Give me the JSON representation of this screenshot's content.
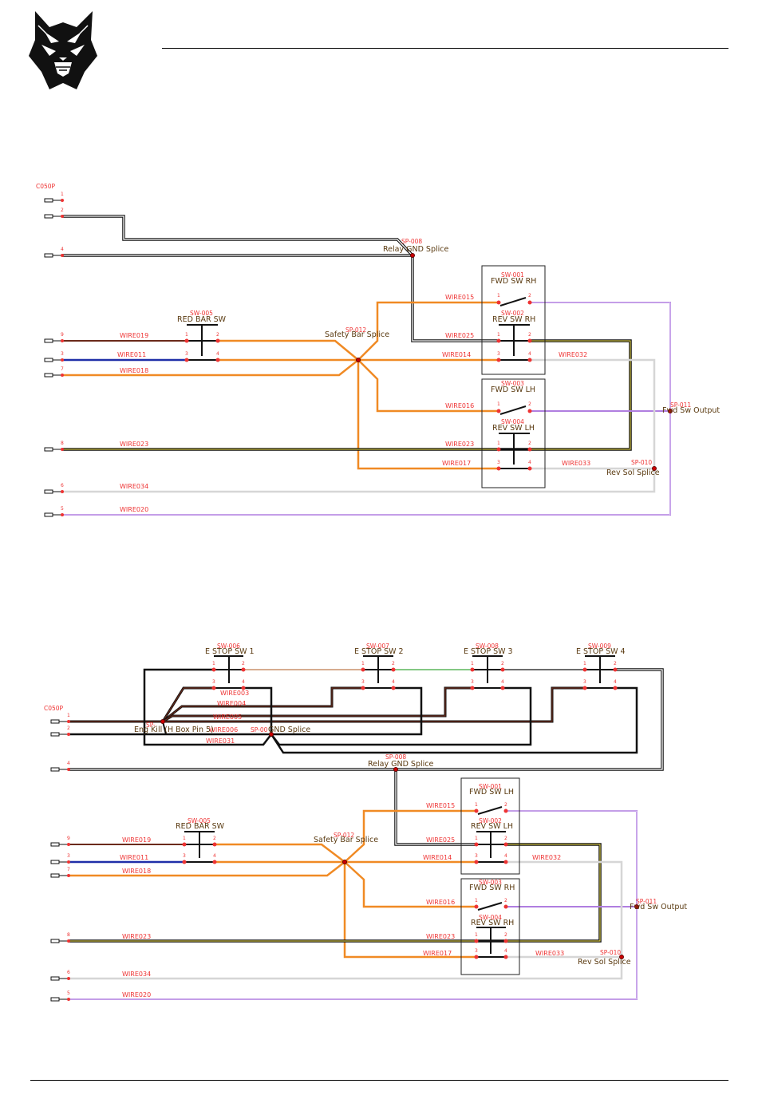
{
  "colors": {
    "orange": "#f08a24",
    "black": "#111111",
    "blue": "#1f2fa8",
    "purple": "#b07ee0",
    "lightgray": "#d6d6d6",
    "brown": "#6b2a1a",
    "green": "#3aa63a",
    "label_red": "#e33333",
    "label_brown": "#5a3a10"
  },
  "diagram_a": {
    "connector": {
      "ref": "C050P",
      "pins": [
        "1",
        "2",
        "4",
        "9",
        "3",
        "7",
        "8",
        "6",
        "5"
      ]
    },
    "wires": [
      "WIRE019",
      "WIRE011",
      "WIRE018",
      "WIRE023",
      "WIRE034",
      "WIRE020",
      "WIRE015",
      "WIRE025",
      "WIRE014",
      "WIRE032",
      "WIRE016",
      "WIRE017",
      "WIRE033"
    ],
    "splices": {
      "relay_gnd": {
        "ref": "SP-008",
        "name": "Relay GND Splice"
      },
      "safety_bar": {
        "ref": "SP-012",
        "name": "Safety Bar Splice"
      },
      "fwd_out": {
        "ref": "SP-011",
        "name": "Fwd Sw Output"
      },
      "rev_sol": {
        "ref": "SP-010",
        "name": "Rev Sol Splice"
      }
    },
    "switches": {
      "red_bar": {
        "ref": "SW-005",
        "name": "RED BAR SW"
      },
      "fwd_rh": {
        "ref": "SW-001",
        "name": "FWD SW RH"
      },
      "rev_rh": {
        "ref": "SW-002",
        "name": "REV SW RH"
      },
      "fwd_lh": {
        "ref": "SW-003",
        "name": "FWD SW LH"
      },
      "rev_lh": {
        "ref": "SW-004",
        "name": "REV SW LH"
      }
    },
    "sw_pins": [
      "1",
      "2",
      "3",
      "4"
    ]
  },
  "diagram_b": {
    "connector": {
      "ref": "C050P",
      "pins": [
        "1",
        "2",
        "4",
        "9",
        "3",
        "7",
        "8",
        "6",
        "5"
      ]
    },
    "wires": [
      "WIRE003",
      "WIRE004",
      "WIRE005",
      "WIRE006",
      "WIRE031",
      "WIRE019",
      "WIRE011",
      "WIRE018",
      "WIRE023",
      "WIRE034",
      "WIRE020",
      "WIRE015",
      "WIRE025",
      "WIRE014",
      "WIRE032",
      "WIRE016",
      "WIRE017",
      "WIRE033"
    ],
    "splices": {
      "eng_kill": {
        "ref": "SP-",
        "name": "Eng Kill (H Box Pin 5)"
      },
      "gnd": {
        "ref": "SP-00",
        "name": "GND Splice"
      },
      "relay_gnd": {
        "ref": "SP-008",
        "name": "Relay GND Splice"
      },
      "safety_bar": {
        "ref": "SP-012",
        "name": "Safety Bar Splice"
      },
      "fwd_out": {
        "ref": "SP-011",
        "name": "Fwd Sw Output"
      },
      "rev_sol": {
        "ref": "SP-010",
        "name": "Rev Sol Splice"
      }
    },
    "estops": [
      {
        "ref": "SW-006",
        "name": "E STOP SW 1"
      },
      {
        "ref": "SW-007",
        "name": "E STOP SW 2"
      },
      {
        "ref": "SW-008",
        "name": "E STOP SW 3"
      },
      {
        "ref": "SW-009",
        "name": "E STOP SW 4"
      }
    ],
    "switches": {
      "red_bar": {
        "ref": "SW-005",
        "name": "RED BAR SW"
      },
      "fwd_lh": {
        "ref": "SW-001",
        "name": "FWD SW LH"
      },
      "rev_lh": {
        "ref": "SW-002",
        "name": "REV SW LH"
      },
      "fwd_rh": {
        "ref": "SW-003",
        "name": "FWD SW RH"
      },
      "rev_rh": {
        "ref": "SW-004",
        "name": "REV SW RH"
      }
    },
    "sw_pins": [
      "1",
      "2",
      "3",
      "4"
    ]
  }
}
